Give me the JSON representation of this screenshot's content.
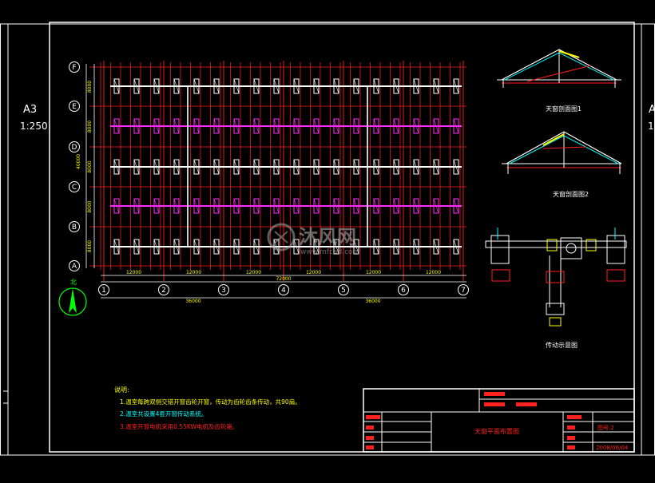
{
  "side_left": {
    "size": "A3",
    "scale": "1:250"
  },
  "side_right": {
    "size": "A",
    "scale": "1:"
  },
  "grid": {
    "row_labels": [
      "F",
      "E",
      "D",
      "C",
      "B",
      "A"
    ],
    "col_labels": [
      "1",
      "2",
      "3",
      "4",
      "5",
      "6",
      "7"
    ],
    "bay_dims": [
      "12000",
      "12000",
      "12000",
      "12000",
      "12000",
      "12000"
    ],
    "total_width": "72000",
    "half_widths": [
      "36000",
      "36000"
    ],
    "row_dims": [
      "8000",
      "8000",
      "8000",
      "8000",
      "8000"
    ],
    "total_height": "40000"
  },
  "detail_titles": [
    "天窗剖面图1",
    "天窗剖面图2",
    "传动示意图"
  ],
  "notes": {
    "heading": "说明:",
    "items": [
      "1.温室每跨双侧交错开窗齿轮开窗，传动为齿轮齿条传动，共90扇。",
      "2.温室共设置4套开窗传动系统。",
      "3.温室开窗电机采用0.55KW电机及齿轮箱。"
    ]
  },
  "title_block": {
    "drawing_title": "天窗平面布置图",
    "sheet_no": "图号:2",
    "date": "2008/06/04"
  },
  "watermark": {
    "brand": "沐风网",
    "url": "www.mfcad.com"
  },
  "colors": {
    "grid_red": "#ff2020",
    "magenta": "#ff30ff",
    "yellow": "#ffff00",
    "cyan": "#00ffff",
    "green": "#00ff00"
  }
}
